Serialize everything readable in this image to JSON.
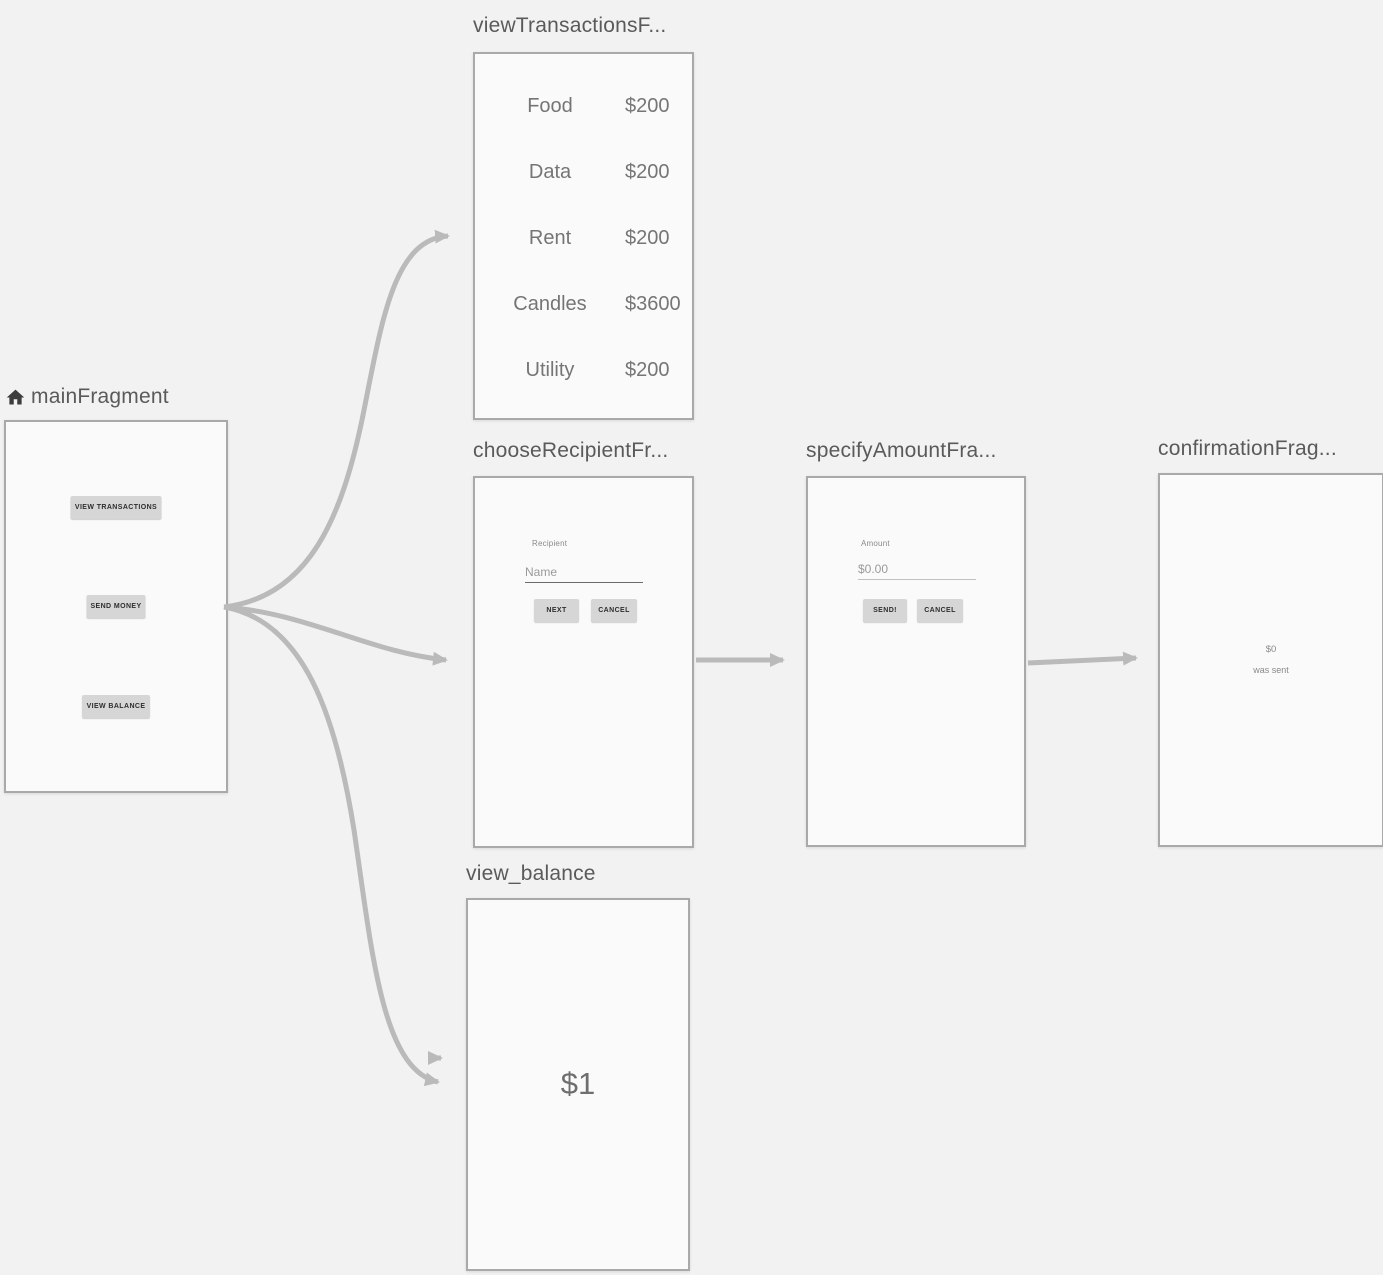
{
  "editor": {
    "background_color": "#f2f2f2",
    "arrow_color": "#bababa",
    "card_border_color": "#a9a9a9",
    "card_fill_color": "#fafafa",
    "button_fill_color": "#d6d6d6"
  },
  "fragments": {
    "main": {
      "title": "mainFragment",
      "buttons": {
        "view_transactions": "VIEW TRANSACTIONS",
        "send_money": "SEND MONEY",
        "view_balance": "VIEW BALANCE"
      }
    },
    "view_transactions": {
      "title": "viewTransactionsF...",
      "rows": [
        {
          "label": "Food",
          "amount": "$200"
        },
        {
          "label": "Data",
          "amount": "$200"
        },
        {
          "label": "Rent",
          "amount": "$200"
        },
        {
          "label": "Candles",
          "amount": "$3600"
        },
        {
          "label": "Utility",
          "amount": "$200"
        }
      ]
    },
    "choose_recipient": {
      "title": "chooseRecipientFr...",
      "field_label": "Recipient",
      "field_value": "Name",
      "buttons": {
        "next": "NEXT",
        "cancel": "CANCEL"
      }
    },
    "specify_amount": {
      "title": "specifyAmountFra...",
      "field_label": "Amount",
      "field_value": "$0.00",
      "buttons": {
        "send": "SEND!",
        "cancel": "CANCEL"
      }
    },
    "confirmation": {
      "title": "confirmationFrag...",
      "amount": "$0",
      "message": "was sent"
    },
    "view_balance": {
      "title": "view_balance",
      "balance": "$1"
    }
  }
}
